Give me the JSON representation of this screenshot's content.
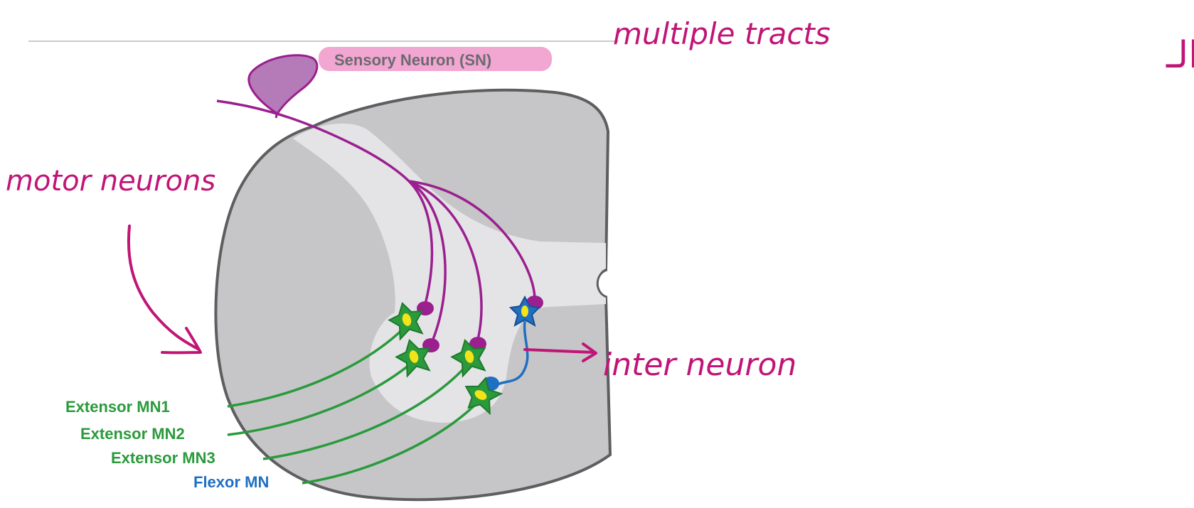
{
  "labels": {
    "sensory": "Sensory Neuron (SN)",
    "ext1": "Extensor MN1",
    "ext2": "Extensor MN2",
    "ext3": "Extensor MN3",
    "flexor": "Flexor MN"
  },
  "annotations": {
    "multiple_tracts": "multiple tracts",
    "arabic": "الرسمة توضح الـ",
    "motor_neurons": "motor neurons",
    "inter_neuron": "inter neuron"
  },
  "colors": {
    "sensory": "#9b1f8f",
    "extensor": "#2a9a3c",
    "flexor": "#1f6fc2",
    "annotation": "#c01577",
    "gray_matter": "#e4e4e6",
    "white_matter": "#c6c6c8",
    "outline": "#5e5e60",
    "label_highlight": "#f2a6d2"
  }
}
